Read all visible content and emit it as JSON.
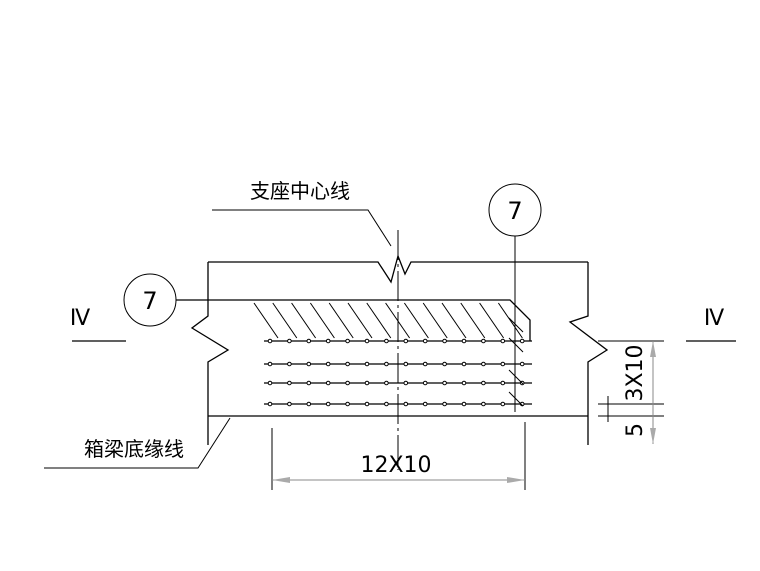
{
  "labels": {
    "support_centerline": "支座中心线",
    "box_girder_bottom": "箱梁底缘线",
    "section_left": "Ⅳ",
    "section_right": "Ⅳ",
    "callout_top": "7",
    "callout_left": "7"
  },
  "dimensions": {
    "horizontal": "12X10",
    "vertical_spacing": "3X10",
    "cover": "5"
  },
  "mesh": {
    "diagonal_bar_count": 14,
    "dot_rows": 4,
    "dot_columns": 14
  }
}
